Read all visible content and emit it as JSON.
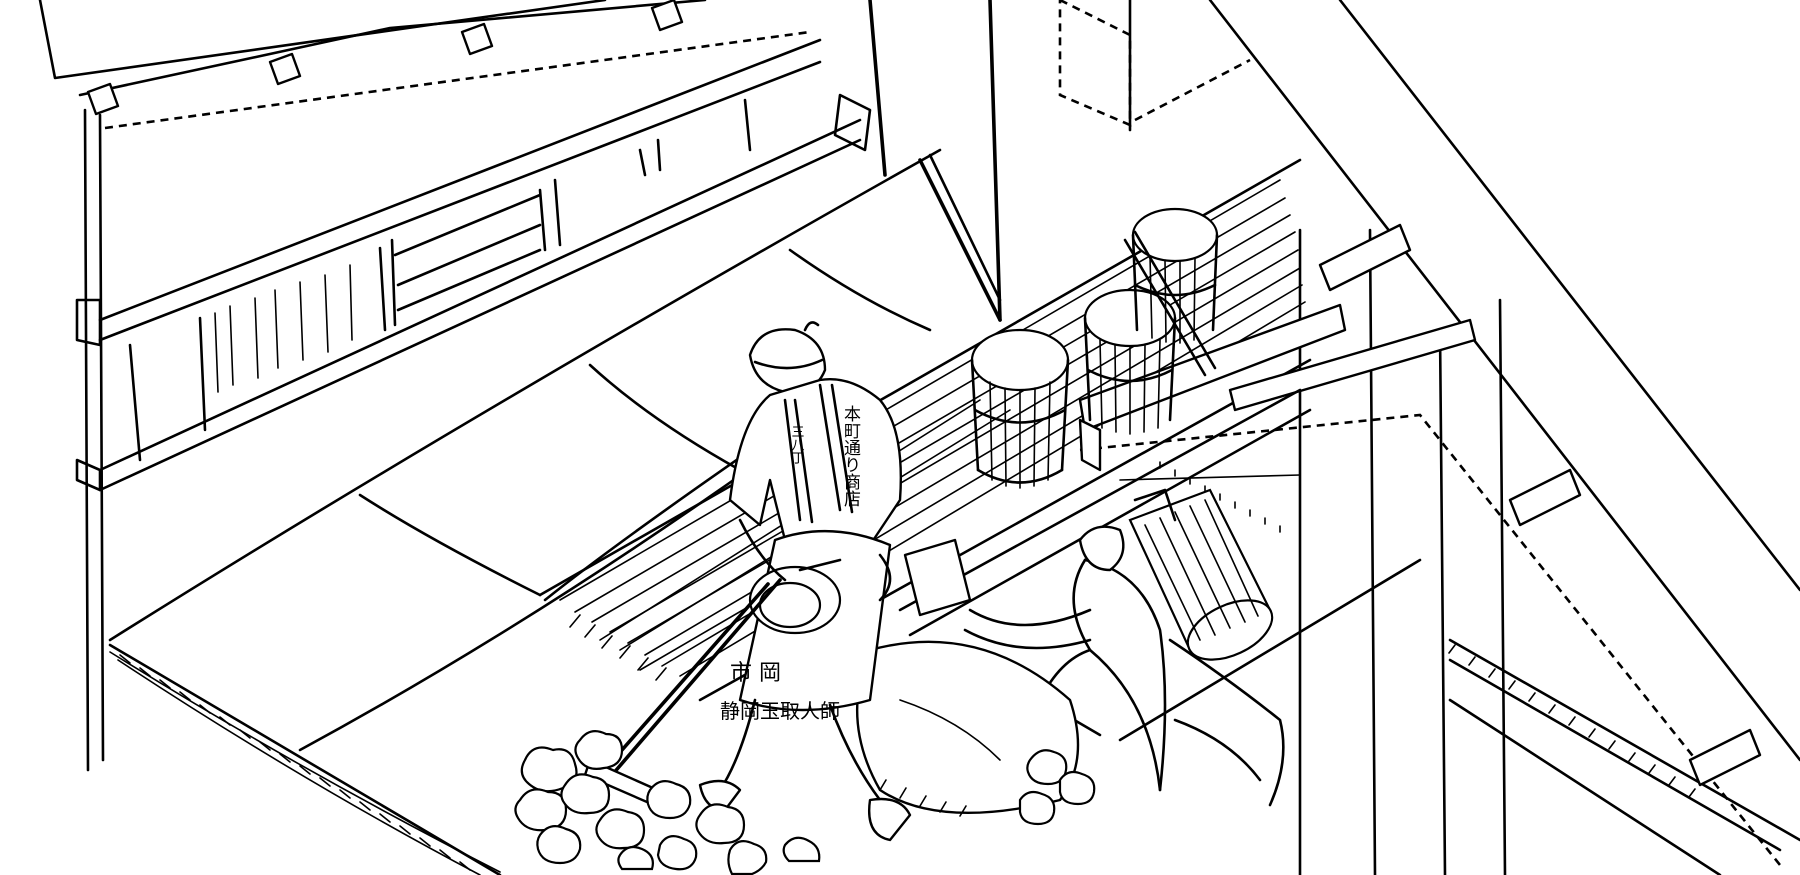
{
  "illustration": {
    "style": "black ink line drawing on white",
    "stroke_color": "#000000",
    "background_color": "#ffffff"
  },
  "apron": {
    "top_line": "市 岡",
    "bottom_line": "静岡玉取人師"
  },
  "collar": {
    "left": "三八丁",
    "right": "本町通り商店"
  }
}
